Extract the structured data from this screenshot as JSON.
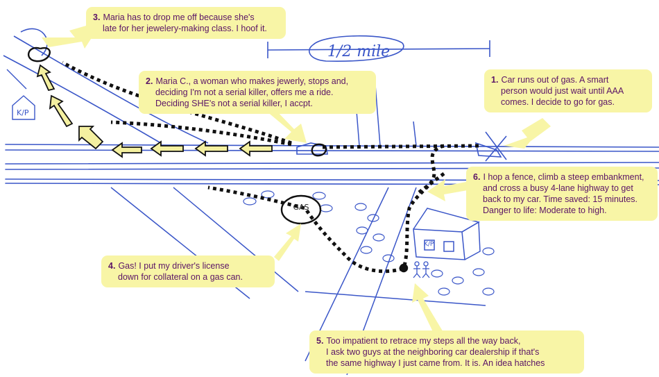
{
  "scale": {
    "label": "1/2 mile"
  },
  "labels": {
    "house_left": "K/P",
    "house_dealer": "K/P",
    "gas_can": "GAS"
  },
  "callouts": [
    {
      "num": "1.",
      "lines": [
        "Car runs out of gas.  A smart",
        "person would just wait until AAA",
        "comes.  I decide to go for gas."
      ]
    },
    {
      "num": "2.",
      "lines": [
        "Maria C., a woman who makes jewerly, stops and,",
        "deciding I'm not a serial killer, offers me a ride.",
        "Deciding SHE's not a serial killer, I accpt."
      ]
    },
    {
      "num": "3.",
      "lines": [
        "Maria has to drop me off because she's",
        "late for her jewelery-making class.  I hoof it."
      ]
    },
    {
      "num": "4.",
      "lines": [
        "Gas!  I put my driver's license",
        "down for collateral on a gas can."
      ]
    },
    {
      "num": "5.",
      "lines": [
        "Too impatient to retrace my steps all the way back,",
        "I ask two guys at the neighboring car dealership if that's",
        "the same highway I just came from.  It is.  An idea hatches"
      ]
    },
    {
      "num": "6.",
      "lines": [
        "I hop a fence, climb a steep embankment,",
        "and cross a busy 4-lane highway to get",
        "back to my car.  Time saved: 15 minutes.",
        "Danger to life: Moderate to high."
      ]
    }
  ],
  "colors": {
    "pen_blue": "#3a56c8",
    "callout_bg": "#f8f5a6",
    "callout_text": "#5a1466",
    "arrow_fill": "#f4f0a0",
    "dash_black": "#111111"
  }
}
